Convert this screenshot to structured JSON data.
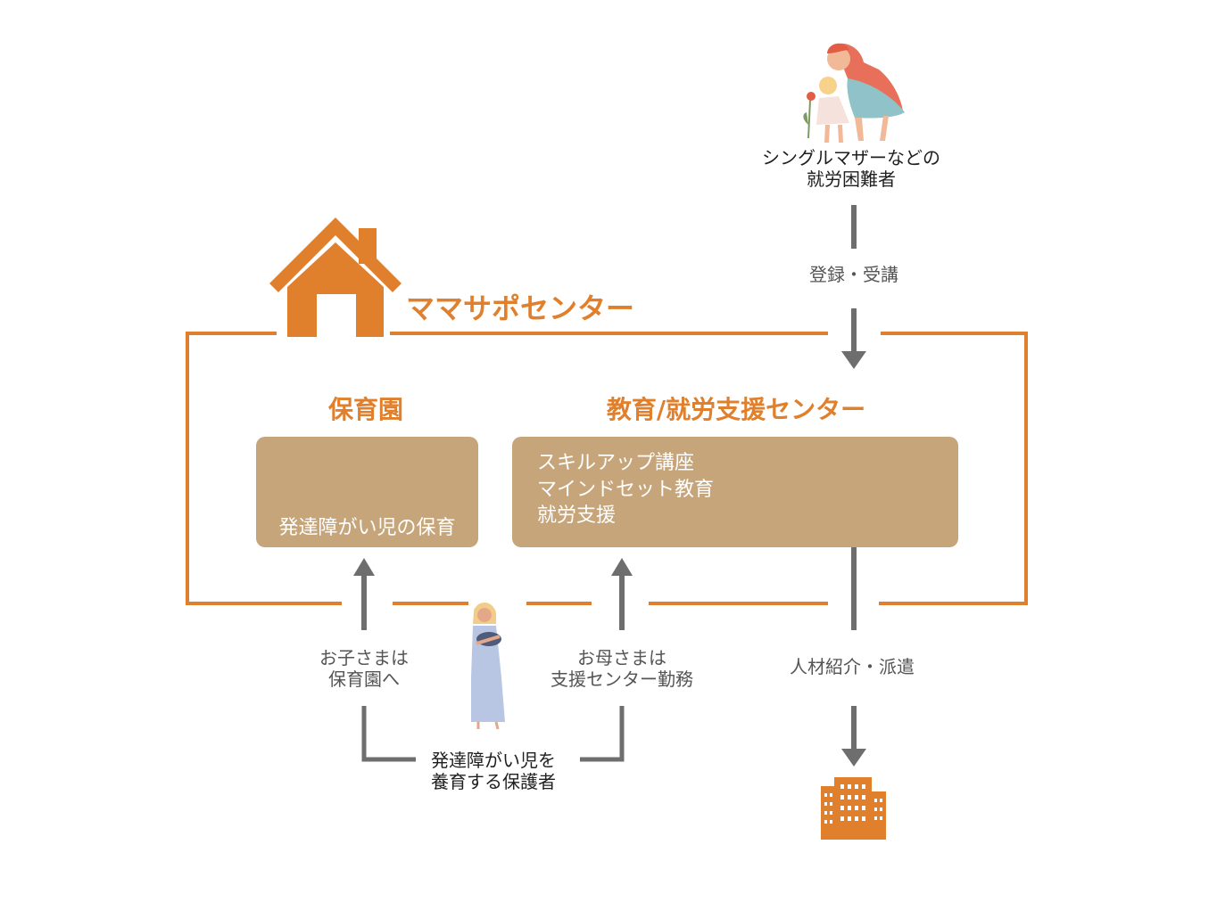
{
  "center": {
    "title": "ママサポセンター",
    "colors": {
      "brand": "#e07f2c",
      "box": "#c6a57b",
      "arrow": "#6e6e6e",
      "dress": "#8fc3c9"
    }
  },
  "top_person": {
    "line1": "シングルマザーなどの",
    "line2": "就労困難者"
  },
  "arrow_registration": "登録・受講",
  "nursery": {
    "title": "保育園",
    "text": "発達障がい児の保育"
  },
  "education": {
    "title": "教育/就労支援センター",
    "items": [
      "スキルアップ講座",
      "マインドセット教育",
      "就労支援"
    ]
  },
  "child_to_nursery": {
    "line1": "お子さまは",
    "line2": "保育園へ"
  },
  "mother_to_center": {
    "line1": "お母さまは",
    "line2": "支援センター勤務"
  },
  "guardian": {
    "line1": "発達障がい児を",
    "line2": "養育する保護者"
  },
  "dispatch": "人材紹介・派遣",
  "icons": [
    "house-icon",
    "mother-daughter-illustration",
    "children-illustration",
    "classroom-illustration",
    "mother-baby-illustration",
    "office-building-icon"
  ]
}
